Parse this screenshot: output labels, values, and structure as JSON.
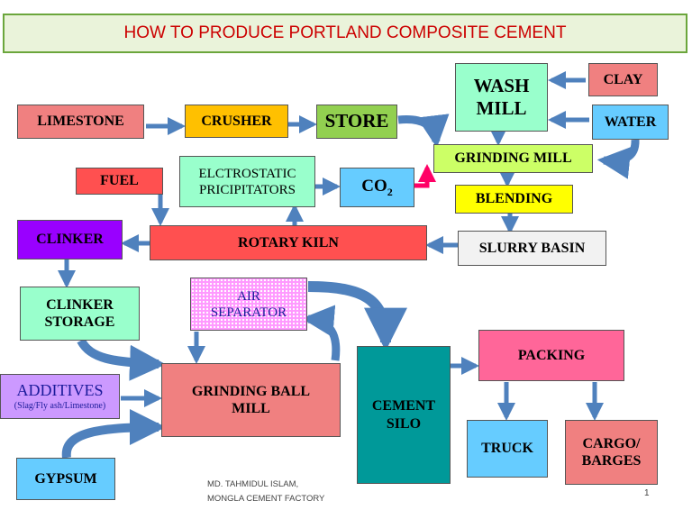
{
  "title": "HOW TO PRODUCE PORTLAND COMPOSITE CEMENT",
  "nodes": {
    "limestone": "LIMESTONE",
    "crusher": "CRUSHER",
    "store": "STORE",
    "wash_mill_line1": "WASH",
    "wash_mill_line2": "MILL",
    "clay": "CLAY",
    "water": "WATER",
    "grinding_mill": "GRINDING MILL",
    "fuel": "FUEL",
    "precipitators_line1": "ELCTROSTATIC",
    "precipitators_line2": "PRICIPITATORS",
    "co2_main": "CO",
    "co2_sub": "2",
    "blending": "BLENDING",
    "clinker": "CLINKER",
    "rotary_kiln": "ROTARY KILN",
    "slurry_basin": "SLURRY BASIN",
    "clinker_storage_line1": "CLINKER",
    "clinker_storage_line2": "STORAGE",
    "air_separator_line1": "AIR",
    "air_separator_line2": "SEPARATOR",
    "additives": "ADDITIVES",
    "additives_sub": "(Slag/Fly ash/Limestone)",
    "grinding_ball_mill_line1": "GRINDING BALL",
    "grinding_ball_mill_line2": "MILL",
    "cement_silo_line1": "CEMENT",
    "cement_silo_line2": "SILO",
    "packing": "PACKING",
    "truck": "TRUCK",
    "cargo_line1": "CARGO/",
    "cargo_line2": "BARGES",
    "gypsum": "GYPSUM"
  },
  "footer": {
    "author": "MD. TAHMIDUL ISLAM,",
    "organization": "MONGLA CEMENT FACTORY",
    "page": "1"
  },
  "colors": {
    "limestone": "#f08080",
    "crusher": "#ffc000",
    "store": "#92d050",
    "wash_mill": "#99ffcc",
    "clay": "#f08080",
    "water": "#66ccff",
    "grinding_mill": "#ccff66",
    "fuel": "#ff5050",
    "precipitators": "#99ffcc",
    "co2": "#66ccff",
    "blending": "#ffff00",
    "clinker": "#9900ff",
    "rotary_kiln": "#ff5050",
    "slurry_basin": "#f2f2f2",
    "clinker_storage": "#99ffcc",
    "air_separator": "#ff99ff",
    "additives": "#cc99ff",
    "grinding_ball_mill": "#f08080",
    "cement_silo": "#009999",
    "packing": "#ff6699",
    "truck": "#66ccff",
    "cargo": "#f08080",
    "gypsum": "#66ccff",
    "arrow": "#4f81bd",
    "co2_arrow": "#ff0066",
    "title_text": "#cc0000"
  }
}
